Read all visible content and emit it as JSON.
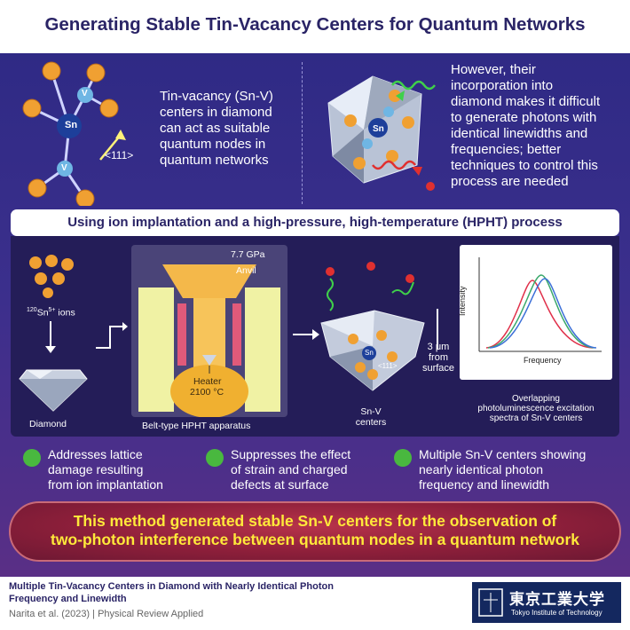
{
  "header": {
    "title": "Generating Stable Tin-Vacancy Centers for Quantum Networks"
  },
  "intro": {
    "left_text": "Tin-vacancy (Sn-V) centers in diamond can act as suitable quantum nodes in quantum networks",
    "left_lines": [
      "Tin-vacancy (Sn-V)",
      "centers in diamond",
      "can act as suitable",
      "quantum nodes in",
      "quantum networks"
    ],
    "right_lines": [
      "However, their",
      "incorporation into",
      "diamond makes it difficult",
      "to generate photons with",
      "identical linewidths and",
      "frequencies; better",
      "techniques to control this",
      "process are needed"
    ],
    "lattice_labels": {
      "sn": "Sn",
      "v": "V",
      "direction": "<111>"
    }
  },
  "method": {
    "header": "Using ion implantation and a high-pressure, high-temperature (HPHT) process",
    "ions_label": "Sn ions",
    "ions_isotope": "120",
    "ions_charge": "5+",
    "diamond_label": "Diamond",
    "pressure": "7.7 GPa",
    "anvil_label": "Anvil",
    "heater_label": "Heater",
    "heater_temp": "2100 °C",
    "apparatus_label": "Belt-type HPHT apparatus",
    "centers_label_lines": [
      "Sn-V",
      "centers"
    ],
    "direction": "<111>",
    "depth_lines": [
      "3 μm",
      "from",
      "surface"
    ],
    "spectra_label_lines": [
      "Overlapping",
      "photoluminescence excitation",
      "spectra of Sn-V centers"
    ],
    "chart_ylabel": "Intensity",
    "chart_xlabel": "Frequency",
    "curve_colors": [
      "#e0304a",
      "#3aa86b",
      "#3b6fd8"
    ]
  },
  "benefits": [
    {
      "lines": [
        "Addresses lattice",
        "damage resulting",
        "from ion implantation"
      ]
    },
    {
      "lines": [
        "Suppresses the effect",
        "of strain and charged",
        "defects at surface"
      ]
    },
    {
      "lines": [
        "Multiple Sn-V centers showing",
        "nearly identical photon",
        "frequency and linewidth"
      ]
    }
  ],
  "conclusion": {
    "lines": [
      "This method generated stable Sn-V centers for the observation of",
      "two-photon interference between quantum nodes in a quantum network"
    ]
  },
  "footer": {
    "title_lines": [
      "Multiple Tin-Vacancy Centers in Diamond with Nearly Identical Photon",
      "Frequency and Linewidth"
    ],
    "citation": "Narita et al. (2023) | Physical Review Applied",
    "logo_jp": "東京工業大学",
    "logo_en": "Tokyo Institute of Technology"
  },
  "colors": {
    "navy": "#2a2466",
    "accent_yellow": "#ffe93a",
    "check_green": "#49b83f",
    "conclusion_red": "#8d1f3a"
  }
}
